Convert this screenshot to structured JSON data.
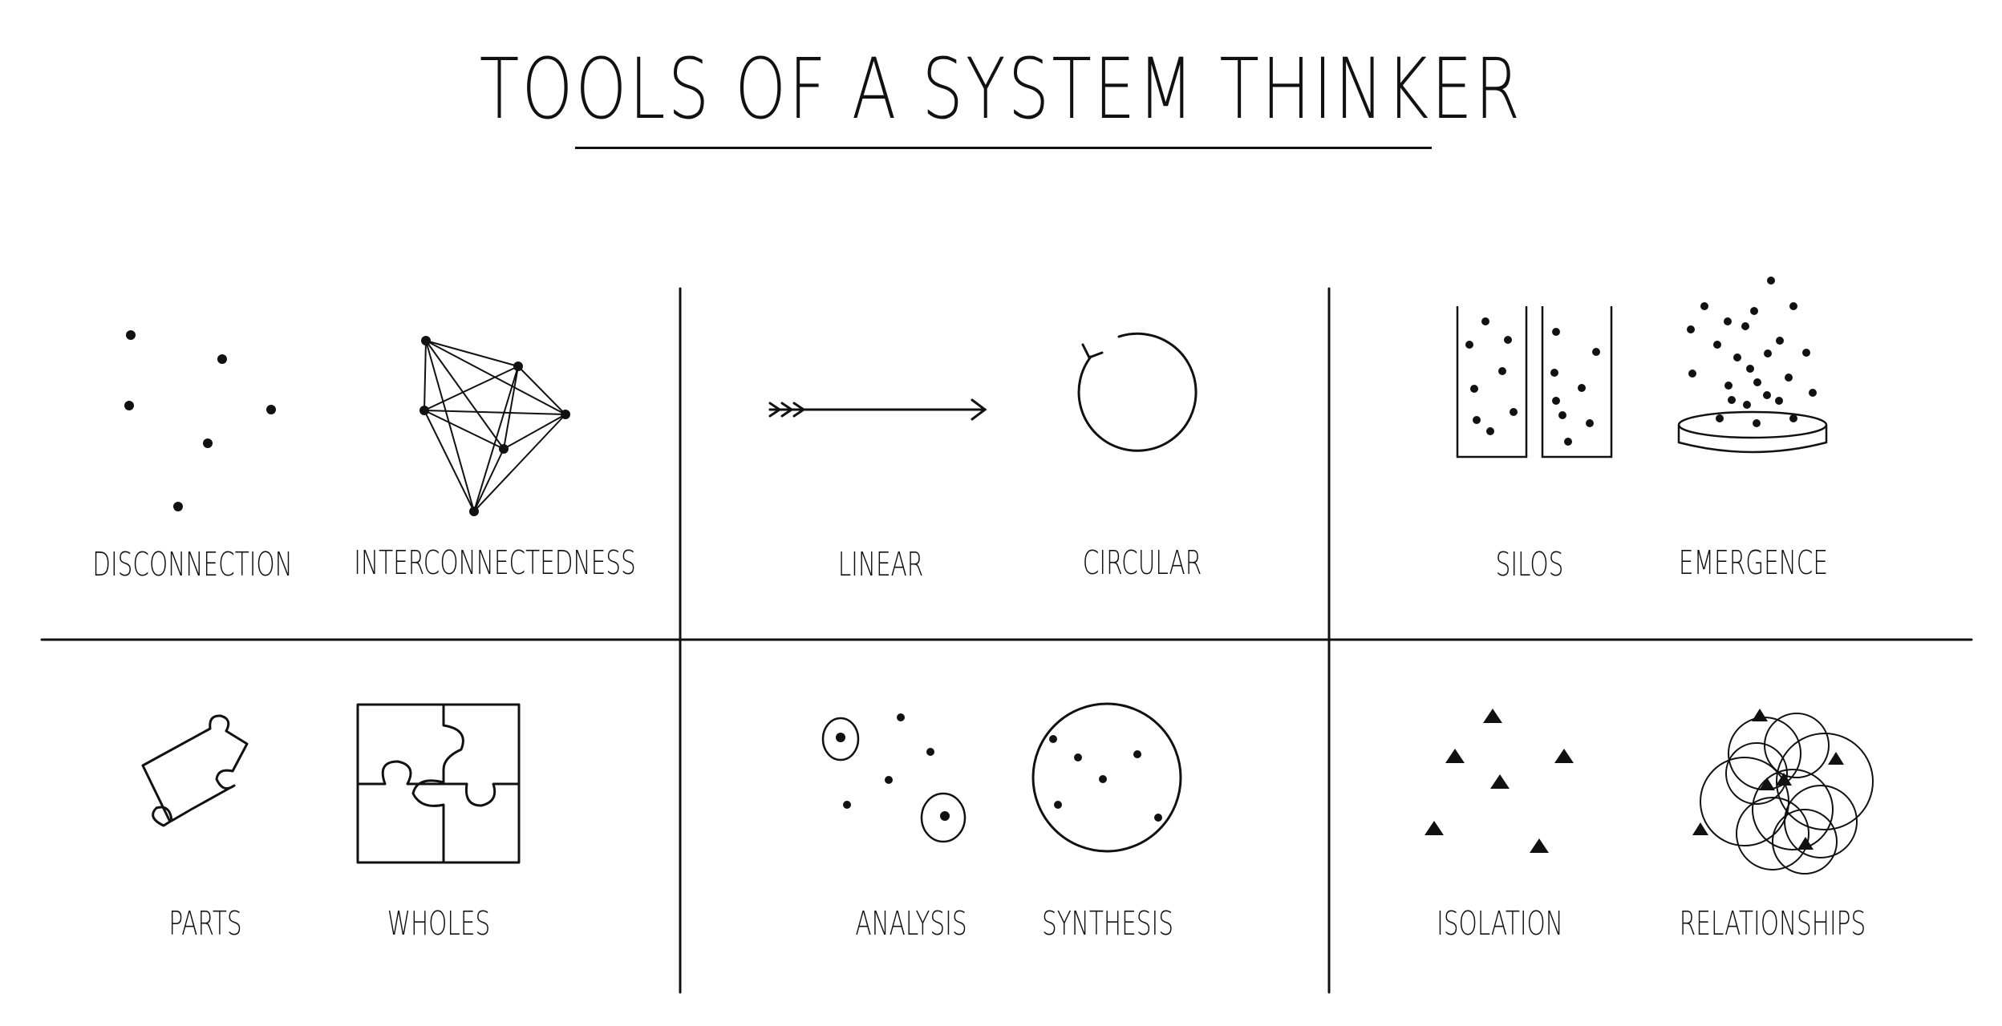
{
  "title": "TOOLS OF A SYSTEM THINKER",
  "labels": {
    "disconnection": "DISCONNECTION",
    "interconnectedness": "INTERCONNECTEDNESS",
    "linear": "LINEAR",
    "circular": "CIRCULAR",
    "silos": "SILOS",
    "emergence": "EMERGENCE",
    "parts": "PARTS",
    "wholes": "WHOLES",
    "analysis": "ANALYSIS",
    "synthesis": "SYNTHESIS",
    "isolation": "ISOLATION",
    "relationships": "RELATIONSHIPS"
  },
  "icons": [
    "scattered-dots-icon",
    "connected-network-icon",
    "arrow-icon",
    "circle-arrow-icon",
    "silos-icon",
    "dish-emergence-icon",
    "puzzle-piece-icon",
    "puzzle-whole-icon",
    "scattered-circled-dots-icon",
    "dotted-circle-icon",
    "scattered-triangles-icon",
    "overlapping-circles-icon"
  ],
  "colors": {
    "ink": "#111111",
    "background": "#ffffff"
  }
}
